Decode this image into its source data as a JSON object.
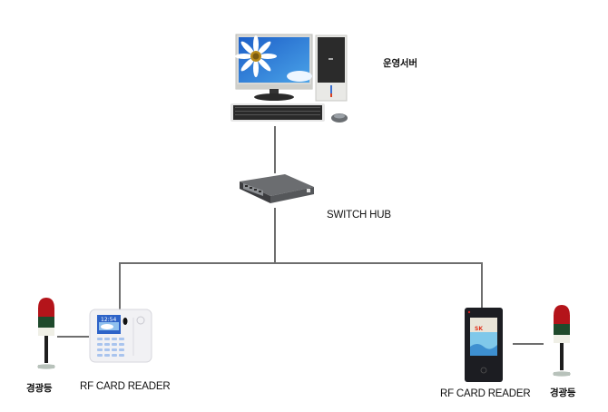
{
  "diagram": {
    "title": "RF Card Reader Network Topology",
    "nodes": {
      "server": {
        "label": "운영서버",
        "icon": "desktop-computer-icon"
      },
      "switch": {
        "label": "SWITCH HUB",
        "icon": "network-switch-icon"
      },
      "reader_left": {
        "label": "RF CARD READER",
        "icon": "rf-card-reader-keypad-icon"
      },
      "reader_right": {
        "label": "RF CARD READER",
        "icon": "rf-card-reader-touchscreen-icon"
      },
      "lamp_left": {
        "label": "경광등",
        "icon": "signal-tower-lamp-icon"
      },
      "lamp_right": {
        "label": "경광등",
        "icon": "signal-tower-lamp-icon"
      }
    },
    "edges": [
      {
        "from": "server",
        "to": "switch"
      },
      {
        "from": "switch",
        "to": "reader_left"
      },
      {
        "from": "switch",
        "to": "reader_right"
      },
      {
        "from": "reader_left",
        "to": "lamp_left"
      },
      {
        "from": "reader_right",
        "to": "lamp_right"
      }
    ],
    "reader_left_screen_time": "12:54"
  }
}
